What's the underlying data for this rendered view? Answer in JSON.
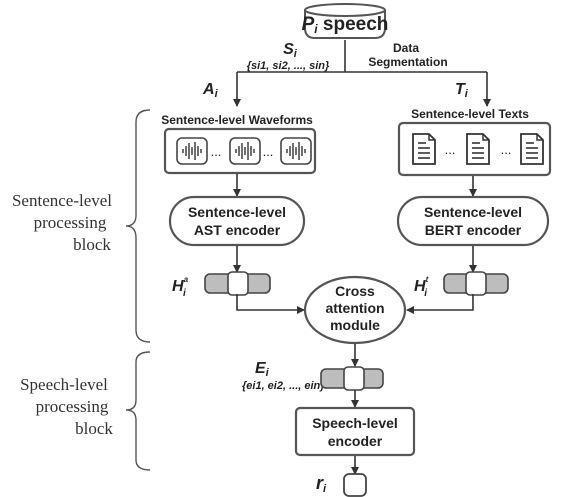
{
  "speech_box": {
    "sym": "P",
    "sub": "i",
    "label": " speech"
  },
  "segments": {
    "sym": "S",
    "sub": "i",
    "set_text": "{si1, si2, ..., sin}"
  },
  "segmentation_label": [
    "Data",
    "Segmentation"
  ],
  "audio_branch": {
    "sym": "A",
    "sub": "i",
    "title": "Sentence-level Waveforms",
    "ellipsis": "..."
  },
  "text_branch": {
    "sym": "T",
    "sub": "i",
    "title": "Sentence-level Texts",
    "ellipsis": "..."
  },
  "ast_encoder": [
    "Sentence-level",
    "AST encoder"
  ],
  "bert_encoder": [
    "Sentence-level",
    "BERT encoder"
  ],
  "h_audio": {
    "sym": "H",
    "sub": "i",
    "sup": "a"
  },
  "h_text": {
    "sym": "H",
    "sub": "i",
    "sup": "t"
  },
  "cross_attention": [
    "Cross",
    "attention",
    "module"
  ],
  "embeddings": {
    "sym": "E",
    "sub": "i",
    "set_text": "{ei1, ei2, ..., ein}"
  },
  "speech_encoder": [
    "Speech-level",
    "encoder"
  ],
  "output": {
    "sym": "r",
    "sub": "i"
  },
  "block_labels": {
    "sentence": [
      "Sentence-level",
      "processing",
      "block"
    ],
    "speech": [
      "Speech-level",
      "processing",
      "block"
    ]
  }
}
